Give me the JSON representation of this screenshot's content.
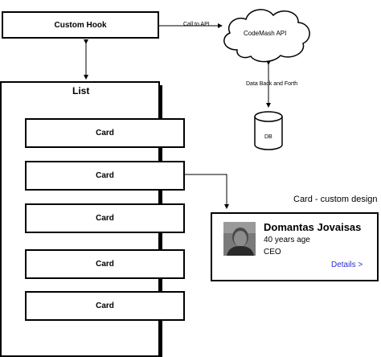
{
  "diagram": {
    "custom_hook_label": "Custom Hook",
    "api_label": "CodeMash API",
    "call_to_api_label": "Call to API",
    "data_back_forth_label": "Data Back and Forth",
    "db_label": "DB",
    "list_title": "List",
    "cards": [
      {
        "label": "Card"
      },
      {
        "label": "Card"
      },
      {
        "label": "Card"
      },
      {
        "label": "Card"
      },
      {
        "label": "Card"
      }
    ],
    "custom_card": {
      "caption": "Card - custom design",
      "name": "Domantas Jovaisas",
      "age": "40 years age",
      "role": "CEO",
      "details_link": "Details >"
    }
  },
  "colors": {
    "line": "#000000",
    "link": "#2b2bd6",
    "background": "#ffffff"
  },
  "icons": {
    "api": "cloud-shape",
    "db": "database-cylinder",
    "avatar": "person-photo"
  }
}
